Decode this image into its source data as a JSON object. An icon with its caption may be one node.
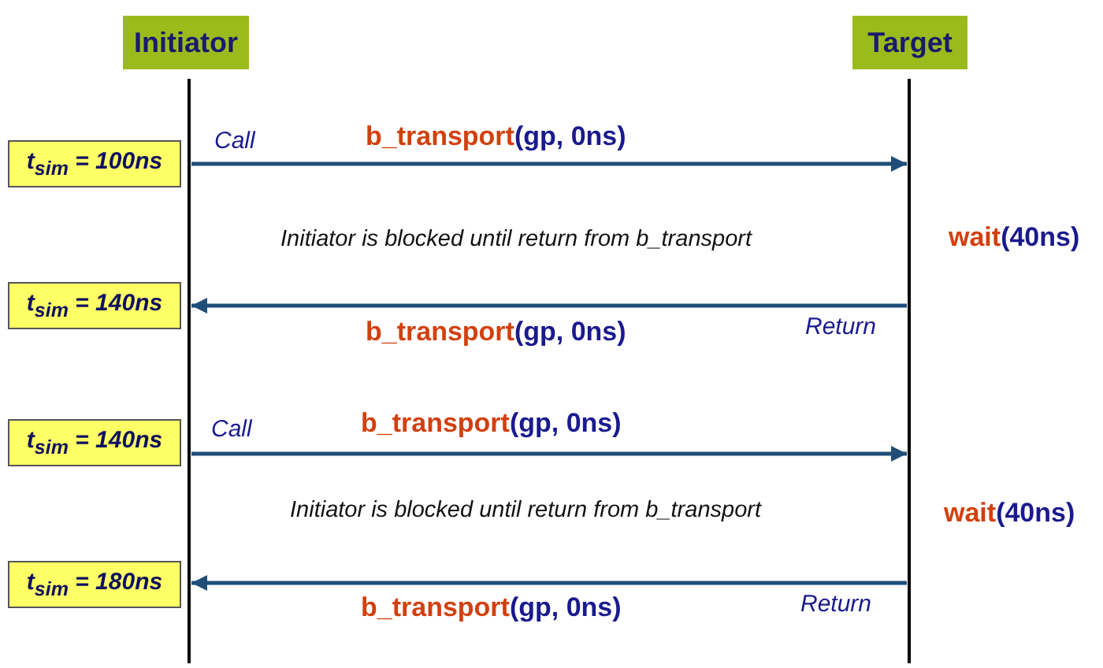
{
  "diagram": {
    "nodes": [
      {
        "text": [
          "Initiator"
        ]
      },
      {
        "text": [
          "Target"
        ]
      },
      {
        "text": [
          "t$_{sim}$ = 100ns"
        ]
      },
      {
        "text": [
          "t$_{sim}$ = 140ns"
        ]
      },
      {
        "text": [
          "t$_{sim}$ = 140ns"
        ]
      },
      {
        "text": [
          "t$_{sim}$ = 180ns"
        ]
      }
    ],
    "edges": [
      {
        "from": 0,
        "to": 1,
        "arrow": "to",
        "label": "b_transport(gp, 0ns)"
      },
      {
        "from": 1,
        "to": 0,
        "arrow": "to",
        "label": "b_transport(gp, 0ns)"
      },
      {
        "from": 0,
        "to": 1,
        "arrow": "to",
        "label": "b_transport(gp, 0ns)"
      },
      {
        "from": 1,
        "to": 0,
        "arrow": "to",
        "label": "b_transport(gp, 0ns)"
      }
    ],
    "labels": [
      "Call",
      "Initiator is blocked until return from b_transport",
      "wait(40ns)",
      "Return",
      "Call",
      "Initiator is blocked until return from b_transport",
      "wait(40ns)",
      "Return"
    ]
  }
}
